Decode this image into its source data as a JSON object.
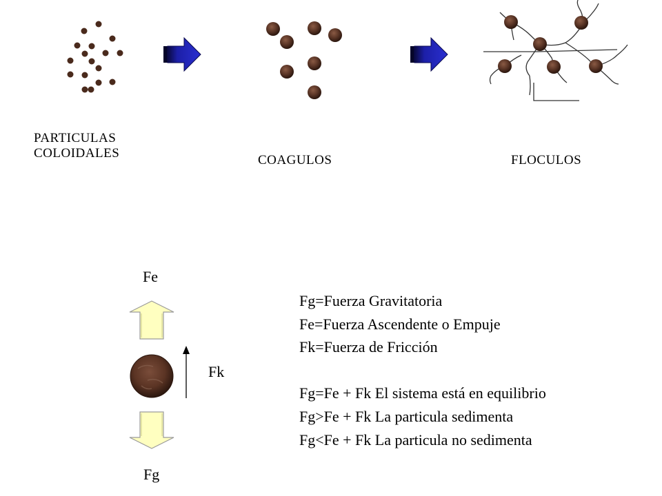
{
  "stages": [
    {
      "id": "colloidal",
      "label_line1": "PARTICULAS",
      "label_line2": "COLOIDALES"
    },
    {
      "id": "coagulos",
      "label_line1": "COAGULOS"
    },
    {
      "id": "floculos",
      "label_line1": "FLOCULOS"
    }
  ],
  "forces": {
    "top_label": "Fe",
    "side_label": "Fk",
    "bottom_label": "Fg"
  },
  "legend": {
    "definitions": [
      "Fg=Fuerza Gravitatoria",
      "Fe=Fuerza Ascendente o Empuje",
      "Fk=Fuerza de Fricción"
    ],
    "conditions": [
      "Fg=Fe + Fk El sistema está en equilibrio",
      "Fg>Fe + Fk La particula sedimenta",
      "Fg<Fe + Fk La particula no sedimenta"
    ]
  },
  "colors": {
    "particle": "#5a3526",
    "particle_shadow": "#2f1a12",
    "process_arrow": "#1c1fa8",
    "force_arrow_fill": "#ffffc0",
    "force_arrow_stroke": "#9a9a9a"
  }
}
